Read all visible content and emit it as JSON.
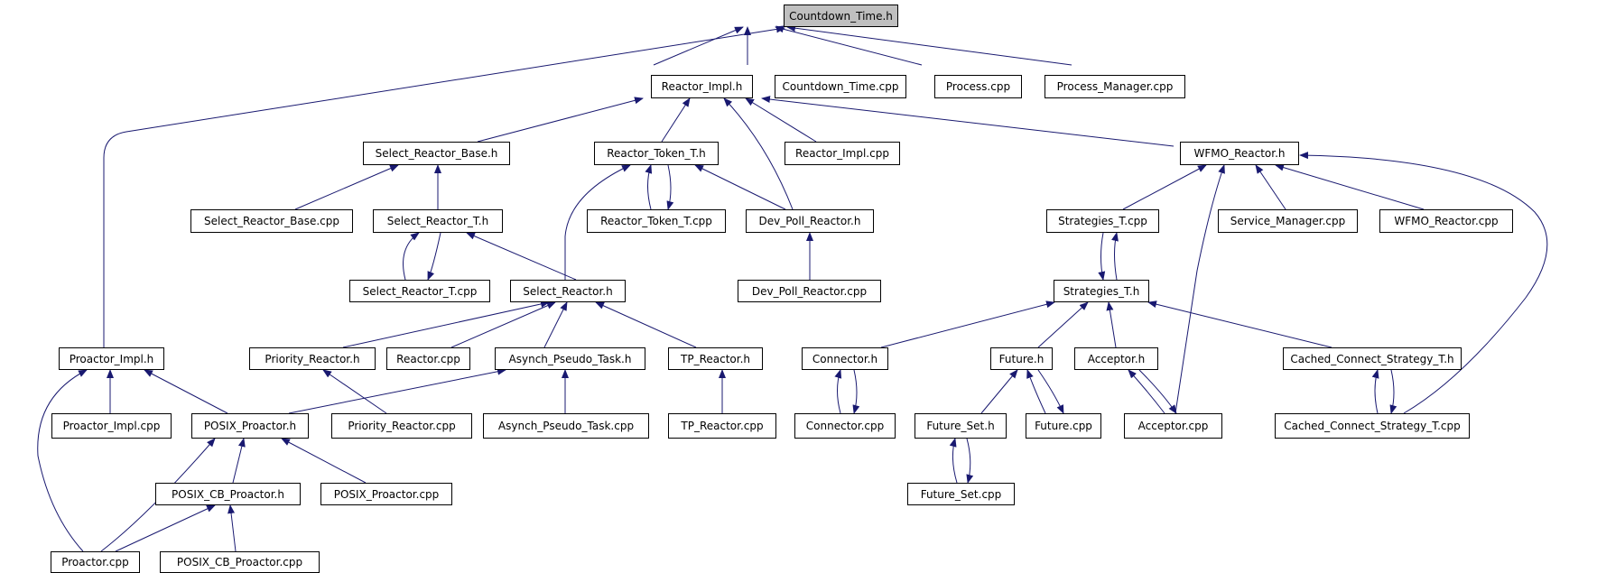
{
  "colors": {
    "edge": "#191970",
    "node_border": "#000000",
    "root_fill": "#bfbfbf",
    "node_fill": "#ffffff"
  },
  "nodes": {
    "countdown_time_h": "Countdown_Time.h",
    "reactor_impl_h": "Reactor_Impl.h",
    "countdown_time_cpp": "Countdown_Time.cpp",
    "process_cpp": "Process.cpp",
    "process_manager_cpp": "Process_Manager.cpp",
    "select_reactor_base_h": "Select_Reactor_Base.h",
    "reactor_token_t_h": "Reactor_Token_T.h",
    "reactor_impl_cpp": "Reactor_Impl.cpp",
    "wfmo_reactor_h": "WFMO_Reactor.h",
    "select_reactor_base_cpp": "Select_Reactor_Base.cpp",
    "select_reactor_t_h": "Select_Reactor_T.h",
    "reactor_token_t_cpp": "Reactor_Token_T.cpp",
    "dev_poll_reactor_h": "Dev_Poll_Reactor.h",
    "strategies_t_cpp": "Strategies_T.cpp",
    "service_manager_cpp": "Service_Manager.cpp",
    "wfmo_reactor_cpp": "WFMO_Reactor.cpp",
    "select_reactor_t_cpp": "Select_Reactor_T.cpp",
    "select_reactor_h": "Select_Reactor.h",
    "dev_poll_reactor_cpp": "Dev_Poll_Reactor.cpp",
    "strategies_t_h": "Strategies_T.h",
    "proactor_impl_h": "Proactor_Impl.h",
    "priority_reactor_h": "Priority_Reactor.h",
    "reactor_cpp": "Reactor.cpp",
    "asynch_pseudo_task_h": "Asynch_Pseudo_Task.h",
    "tp_reactor_h": "TP_Reactor.h",
    "connector_h": "Connector.h",
    "future_h": "Future.h",
    "acceptor_h": "Acceptor.h",
    "cached_connect_strategy_t_h": "Cached_Connect_Strategy_T.h",
    "proactor_impl_cpp": "Proactor_Impl.cpp",
    "posix_proactor_h": "POSIX_Proactor.h",
    "priority_reactor_cpp": "Priority_Reactor.cpp",
    "asynch_pseudo_task_cpp": "Asynch_Pseudo_Task.cpp",
    "tp_reactor_cpp": "TP_Reactor.cpp",
    "connector_cpp": "Connector.cpp",
    "future_set_h": "Future_Set.h",
    "future_cpp": "Future.cpp",
    "acceptor_cpp": "Acceptor.cpp",
    "cached_connect_strategy_t_cpp": "Cached_Connect_Strategy_T.cpp",
    "posix_cb_proactor_h": "POSIX_CB_Proactor.h",
    "posix_proactor_cpp": "POSIX_Proactor.cpp",
    "future_set_cpp": "Future_Set.cpp",
    "proactor_cpp": "Proactor.cpp",
    "posix_cb_proactor_cpp": "POSIX_CB_Proactor.cpp"
  }
}
